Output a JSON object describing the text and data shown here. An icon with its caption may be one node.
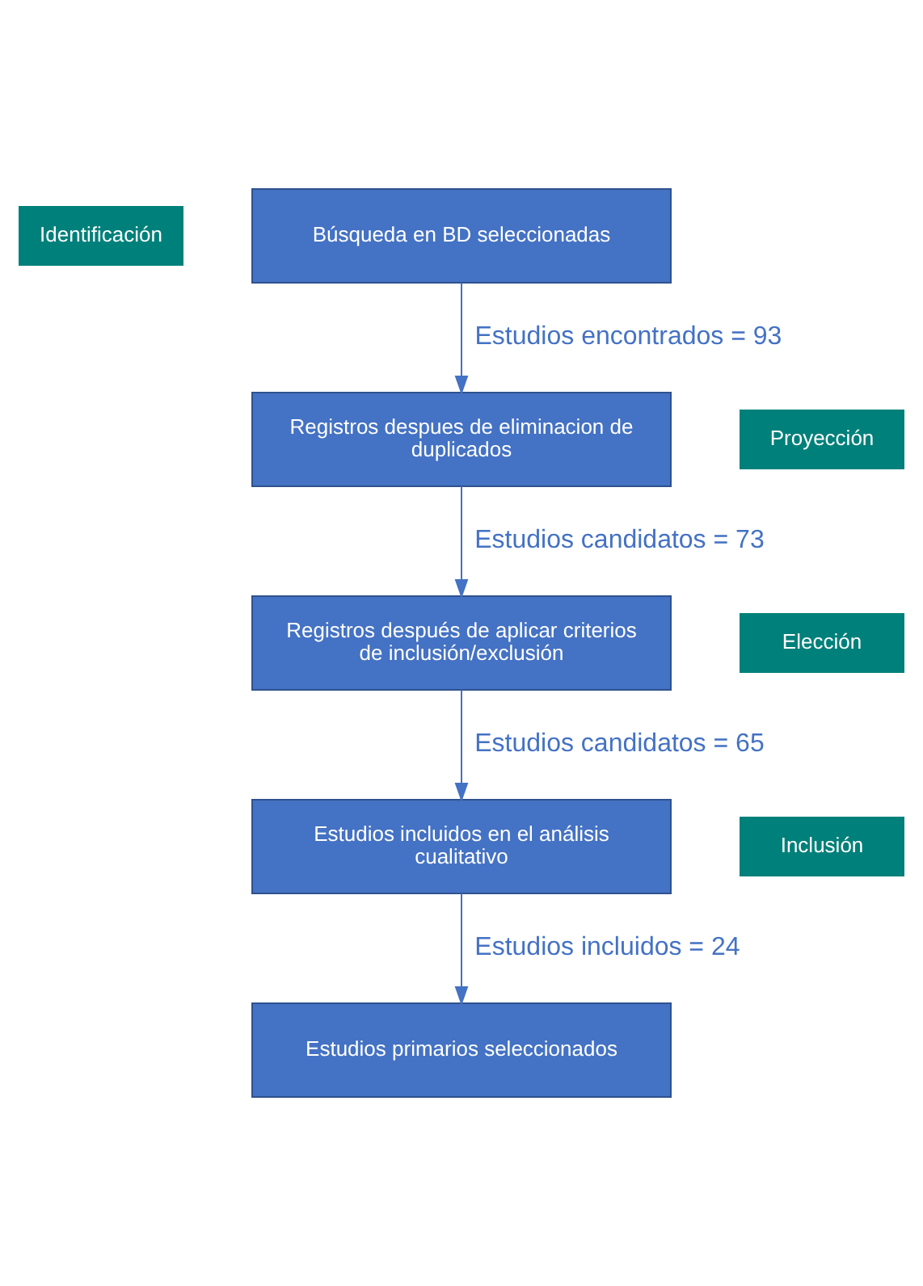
{
  "diagram": {
    "nodes": [
      {
        "text": [
          "Identificación"
        ]
      },
      {
        "text": [
          "Búsqueda en BD seleccionadas"
        ]
      },
      {
        "text": [
          "Proyección"
        ]
      },
      {
        "text": [
          "Registros despues de eliminacion de duplicados"
        ]
      },
      {
        "text": [
          "Elección"
        ]
      },
      {
        "text": [
          "Registros después de aplicar criterios de inclusión/exclusión"
        ]
      },
      {
        "text": [
          "Inclusión"
        ]
      },
      {
        "text": [
          "Estudios incluidos en el análisis cualitativo"
        ]
      },
      {
        "text": [
          "Estudios primarios seleccionados"
        ]
      }
    ],
    "edges": [
      {
        "from": 1,
        "to": 3,
        "arrow": "to",
        "label": "Estudios encontrados = 93"
      },
      {
        "from": 3,
        "to": 5,
        "arrow": "to",
        "label": "Estudios candidatos = 73"
      },
      {
        "from": 5,
        "to": 7,
        "arrow": "to",
        "label": "Estudios candidatos = 65"
      },
      {
        "from": 7,
        "to": 8,
        "arrow": "to",
        "label": "Estudios incluidos = 24"
      }
    ]
  }
}
